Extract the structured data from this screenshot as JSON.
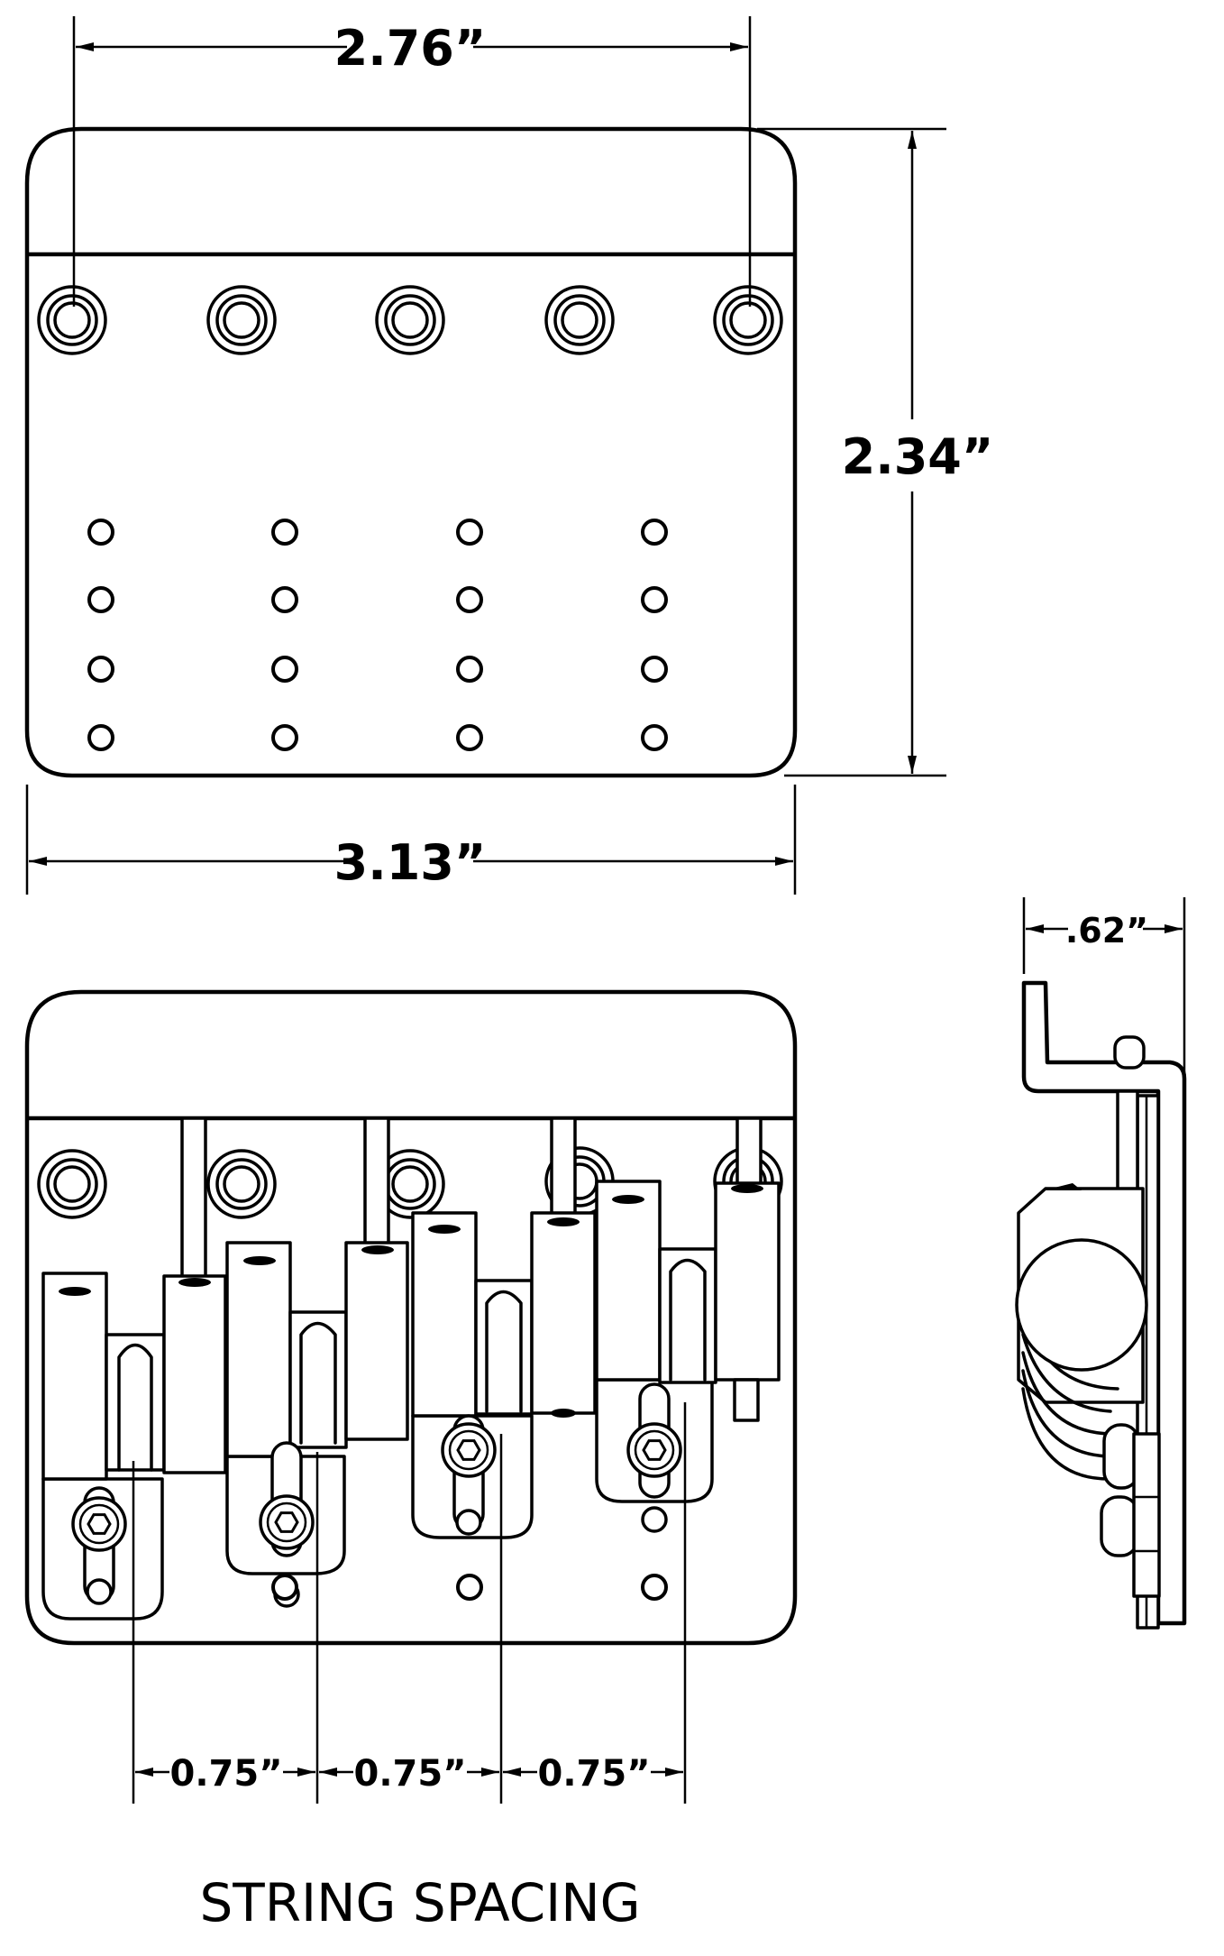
{
  "dimensions": {
    "top_hole_spacing": "2.76”",
    "plate_length": "2.34”",
    "plate_width": "3.13”",
    "side_height": ".62”",
    "string_gap_1": "0.75”",
    "string_gap_2": "0.75”",
    "string_gap_3": "0.75”"
  },
  "caption": "STRING SPACING"
}
